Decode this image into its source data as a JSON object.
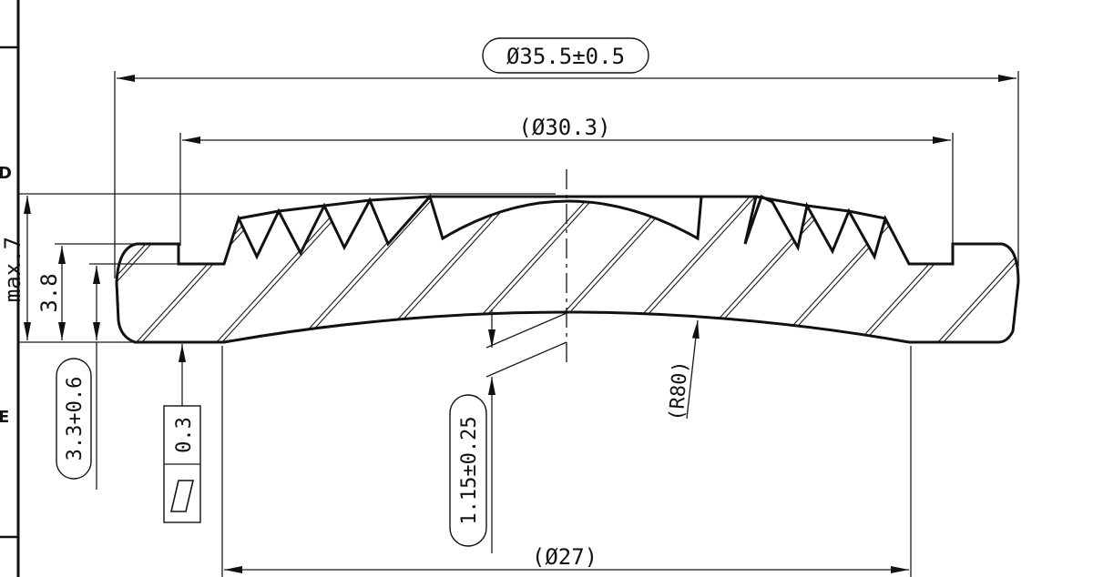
{
  "drawing": {
    "zone_letters": [
      "D",
      "E"
    ],
    "dimensions": {
      "outer_diameter": "Ø35.5±0.5",
      "ref_diameter_top": "(Ø30.3)",
      "ref_diameter_bottom": "(Ø27)",
      "max_height": "max.7",
      "height": "3.8",
      "base_thickness": "3.3+0.6",
      "dome_depth": "1.15±0.25",
      "radius": "(R80)"
    },
    "flatness_callout": {
      "symbol": "flatness-icon",
      "tolerance": "0.3"
    }
  }
}
